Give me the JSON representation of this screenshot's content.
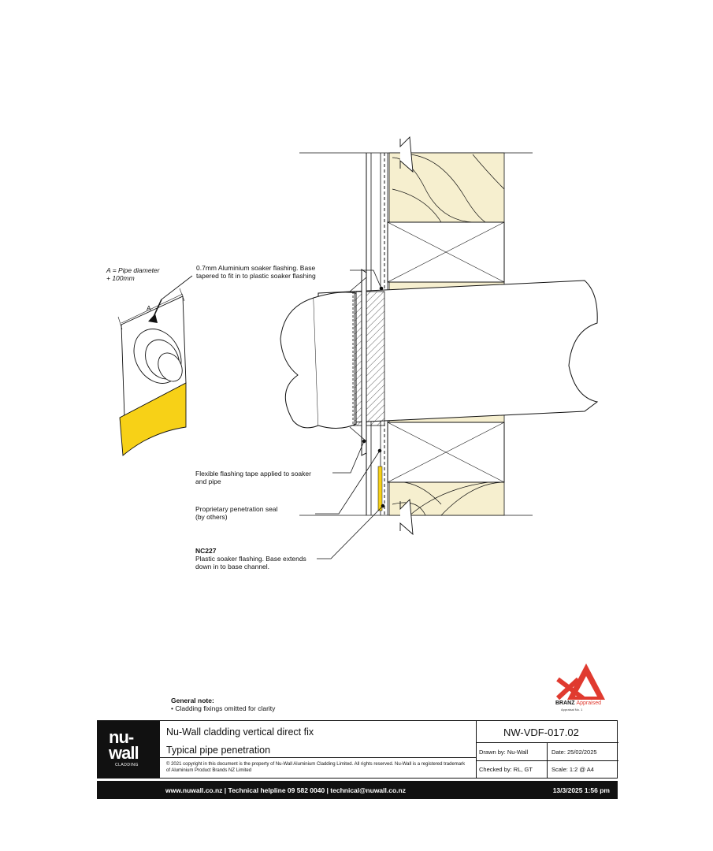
{
  "labels": {
    "a_def_line1": "A = Pipe diameter",
    "a_def_line2": "+ 100mm",
    "a_letter": "A",
    "soaker_line1": "0.7mm Aluminium soaker flashing. Base",
    "soaker_line2": "tapered to fit in to plastic soaker flashing",
    "tape_line1": "Flexible flashing tape applied to soaker",
    "tape_line2": "and pipe",
    "seal_line1": "Proprietary penetration seal",
    "seal_line2": "(by others)",
    "nc_code": "NC227",
    "nc_line1": "Plastic soaker flashing. Base extends",
    "nc_line2": "down in to base channel."
  },
  "note": {
    "heading": "General note:",
    "item": "• Cladding fixings omitted for clarity"
  },
  "title_block": {
    "logo_line1": "nu-",
    "logo_line2": "wall",
    "logo_tag": "CLADDING",
    "title": "Nu-Wall cladding vertical direct fix",
    "subtitle": "Typical pipe penetration",
    "copyright": "© 2021 copyright in this document is the property of Nu-Wall Aluminium Cladding Limited. All rights reserved. Nu-Wall is a registered trademark of Aluminium Product Brands NZ Limited",
    "drawing_code": "NW-VDF-017.02",
    "drawn_by": "Drawn by: Nu-Wall",
    "date": "Date:     25/02/2025",
    "checked_by": "Checked by: RL, GT",
    "scale": "Scale:    1:2 @ A4"
  },
  "footer": {
    "contact": "www.nuwall.co.nz  |  Technical helpline 09 582 0040  |  technical@nuwall.co.nz",
    "timestamp": "13/3/2025 1:56 pm"
  },
  "branz": {
    "brand": "BRANZ",
    "appraised": "Appraised",
    "sub": "Appraisal No. 1"
  },
  "colors": {
    "insulation": "#f6efcf",
    "tape_yellow": "#f7d117",
    "branz_red": "#e03a2f",
    "line": "#111111"
  }
}
